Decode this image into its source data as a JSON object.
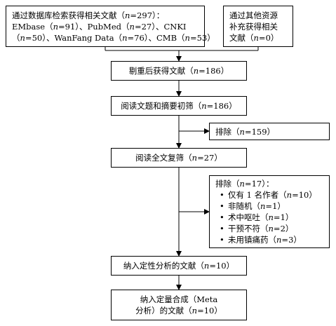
{
  "boxes": {
    "db_search": {
      "lines": [
        "通过数据库检索获得相关文献（n=297）：",
        "EMbase（n=91）、PubMed（n=27）、CNKI",
        "（n=50）、WanFang Data（n=76）、CMB（n=53）"
      ]
    },
    "other_sources": {
      "lines": [
        "通过其他资源",
        "补充获得相关",
        "文献（n=0）"
      ]
    },
    "dedup": {
      "text": "剔重后获得文献（n=186）"
    },
    "screen": {
      "text": "阅读文题和摘要初筛（n=186）"
    },
    "exclude1": {
      "text": "排除（n=159）"
    },
    "fulltext": {
      "text": "阅读全文复筛（n=27）"
    },
    "exclude2": {
      "title": "排除（n=17）：",
      "reasons": [
        "仅有 1 名作者（n=10）",
        "非随机（n=1）",
        "术中呕吐（n=1）",
        "干预不符（n=2）",
        "未用镇痛药（n=3）"
      ]
    },
    "qualitative": {
      "text": "纳入定性分析的文献（n=10）"
    },
    "quantitative": {
      "lines": [
        "纳入定量合成（Meta",
        "分析）的文献（n=10）"
      ]
    }
  }
}
